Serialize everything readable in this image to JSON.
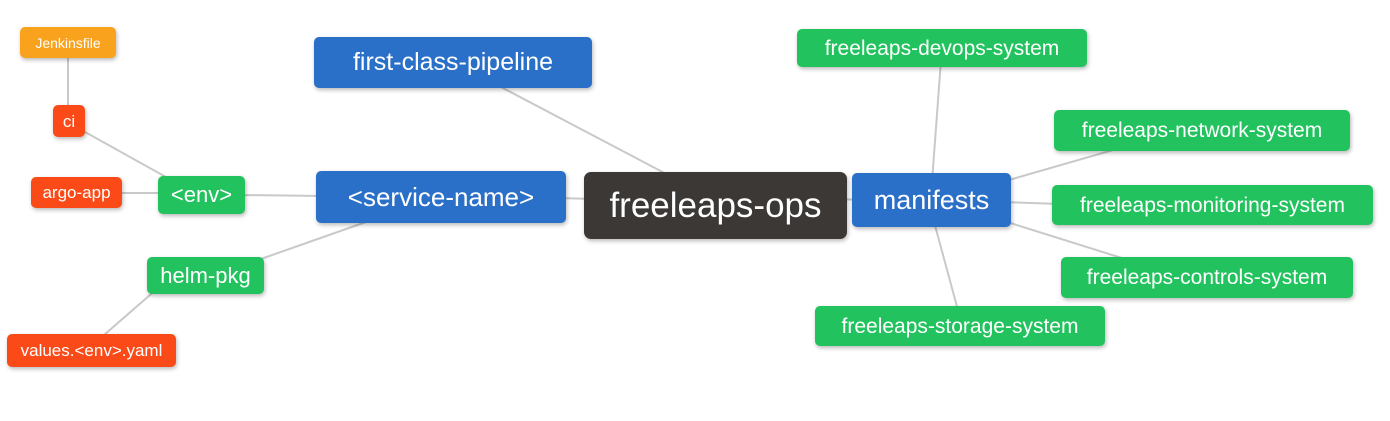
{
  "diagram": {
    "type": "mindmap",
    "title": "freeleaps-ops repository structure mind map"
  },
  "colors": {
    "root_bg": "#3b3836",
    "branch_bg": "#2b70c8",
    "level2_bg": "#22c35e",
    "level3_bg": "#f94a17",
    "level4_bg": "#f9a21d",
    "text": "#ffffff",
    "link_line": "#c9c9c9",
    "background": "#ffffff"
  },
  "nodes": [
    {
      "id": "freeleaps-ops",
      "label": "freeleaps-ops",
      "depth": 0,
      "parent": null
    },
    {
      "id": "first-class-pipeline",
      "label": "first-class-pipeline",
      "depth": 1,
      "parent": "freeleaps-ops"
    },
    {
      "id": "service-name",
      "label": "<service-name>",
      "depth": 1,
      "parent": "freeleaps-ops"
    },
    {
      "id": "manifests",
      "label": "manifests",
      "depth": 1,
      "parent": "freeleaps-ops"
    },
    {
      "id": "env",
      "label": "<env>",
      "depth": 2,
      "parent": "service-name"
    },
    {
      "id": "helm-pkg",
      "label": "helm-pkg",
      "depth": 2,
      "parent": "service-name"
    },
    {
      "id": "ci",
      "label": "ci",
      "depth": 3,
      "parent": "env"
    },
    {
      "id": "argo-app",
      "label": "argo-app",
      "depth": 3,
      "parent": "env"
    },
    {
      "id": "jenkinsfile",
      "label": "Jenkinsfile",
      "depth": 4,
      "parent": "ci"
    },
    {
      "id": "values-env-yaml",
      "label": "values.<env>.yaml",
      "depth": 3,
      "parent": "helm-pkg"
    },
    {
      "id": "devops-system",
      "label": "freeleaps-devops-system",
      "depth": 2,
      "parent": "manifests"
    },
    {
      "id": "network-system",
      "label": "freeleaps-network-system",
      "depth": 2,
      "parent": "manifests"
    },
    {
      "id": "monitoring-system",
      "label": "freeleaps-monitoring-system",
      "depth": 2,
      "parent": "manifests"
    },
    {
      "id": "controls-system",
      "label": "freeleaps-controls-system",
      "depth": 2,
      "parent": "manifests"
    },
    {
      "id": "storage-system",
      "label": "freeleaps-storage-system",
      "depth": 2,
      "parent": "manifests"
    }
  ],
  "edges": [
    {
      "from": "jenkinsfile",
      "to": "ci"
    },
    {
      "from": "ci",
      "to": "env"
    },
    {
      "from": "argo-app",
      "to": "env"
    },
    {
      "from": "env",
      "to": "service-name"
    },
    {
      "from": "helm-pkg",
      "to": "service-name"
    },
    {
      "from": "values-env-yaml",
      "to": "helm-pkg"
    },
    {
      "from": "service-name",
      "to": "freeleaps-ops"
    },
    {
      "from": "first-class-pipeline",
      "to": "freeleaps-ops"
    },
    {
      "from": "freeleaps-ops",
      "to": "manifests"
    },
    {
      "from": "manifests",
      "to": "devops-system"
    },
    {
      "from": "manifests",
      "to": "network-system"
    },
    {
      "from": "manifests",
      "to": "monitoring-system"
    },
    {
      "from": "manifests",
      "to": "controls-system"
    },
    {
      "from": "manifests",
      "to": "storage-system"
    }
  ]
}
